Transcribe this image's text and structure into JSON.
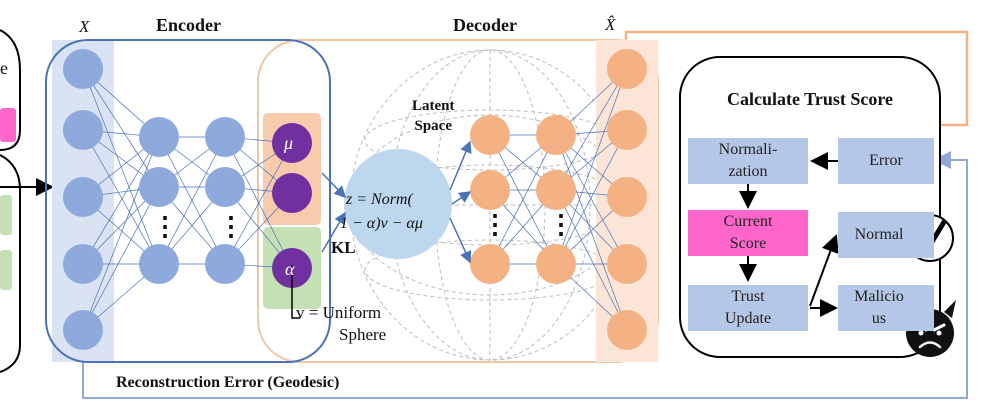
{
  "encoder": {
    "title": "Encoder",
    "input_label": "X"
  },
  "decoder": {
    "title": "Decoder",
    "output_label": "X̂"
  },
  "latent": {
    "title_line1": "Latent",
    "title_line2": "Space",
    "equation_line1": "z = Norm(",
    "equation_line2": "1 − α)v − αμ",
    "kl_label": "KL",
    "mu_symbol": "μ",
    "alpha_symbol": "α",
    "uniform_line1": "v = Uniform",
    "uniform_line2": "Sphere"
  },
  "ellipsis": "⋮",
  "reconstruction_label": "Reconstruction Error (Geodesic)",
  "trust_panel": {
    "title": "Calculate Trust Score",
    "normalization_line1": "Normali-",
    "normalization_line2": "zation",
    "error": "Error",
    "current_score_line1": "Current",
    "current_score_line2": "Score",
    "normal": "Normal",
    "trust_update_line1": "Trust",
    "trust_update_line2": "Update",
    "malicious_line1": "Malicio",
    "malicious_line2": "us"
  },
  "left_panel_partial_text": "e",
  "icons": [
    "checkmark-icon",
    "devil-face-icon"
  ],
  "colors": {
    "encoder_blue": "#4a72b8",
    "node_blue": "#8ea9dc",
    "node_orange": "#f4b183",
    "decoder_orange": "#f2c6a3",
    "latent_purple": "#7030a0",
    "score_pink": "#ff66cc",
    "process_box_blue": "#b4c7e7",
    "input_band": "#dae3f3",
    "output_band": "#fbe5d6",
    "mu_box": "#f8cbad",
    "alpha_box": "#c5e0b4",
    "latent_bubble": "#bdd7ee"
  }
}
